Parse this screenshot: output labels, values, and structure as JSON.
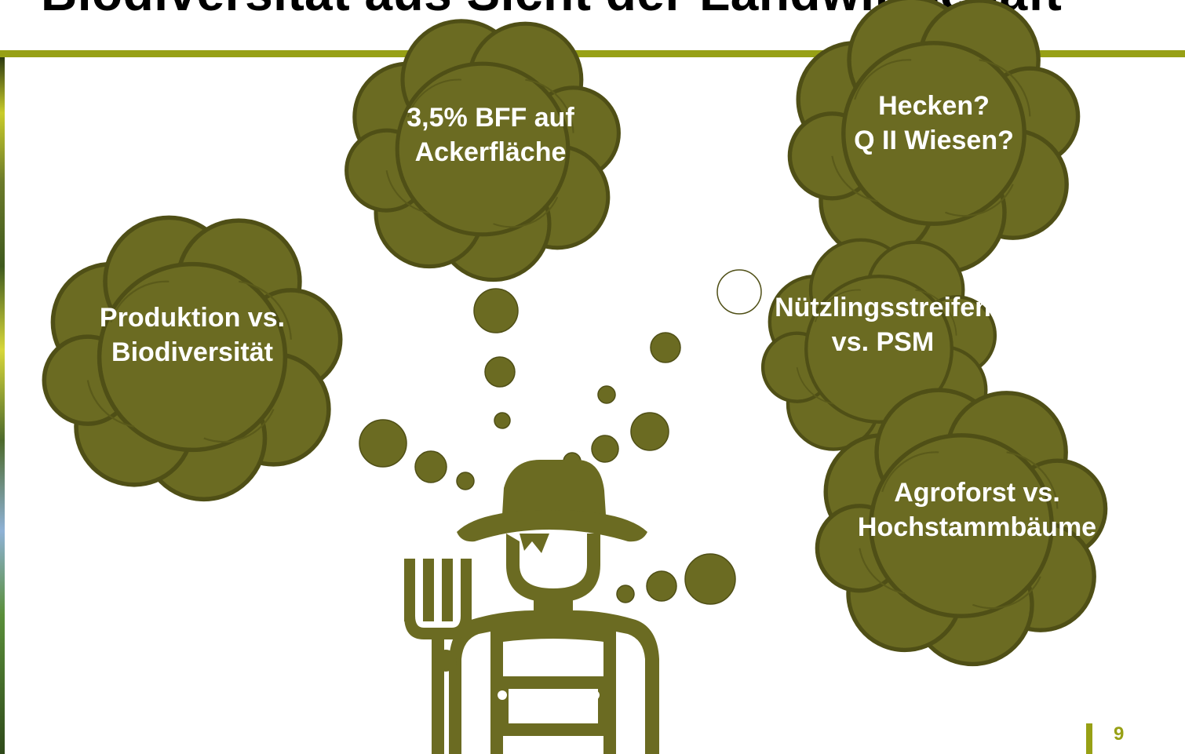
{
  "slide": {
    "title": "Biodiversität aus Sicht der Landwirtschaft",
    "page_number": "9",
    "accent_color": "#97a015",
    "cloud_color": "#6b6b22"
  },
  "thoughts": [
    {
      "id": "bff",
      "text": "3,5% BFF auf\nAckerfläche"
    },
    {
      "id": "hecken",
      "text": "Hecken?\nQ II Wiesen?"
    },
    {
      "id": "produktion",
      "text": "Produktion vs.\nBiodiversität"
    },
    {
      "id": "nuetzling",
      "text": "Nützlingsstreifen\nvs. PSM"
    },
    {
      "id": "agroforst",
      "text": "Agroforst vs.\nHochstammbäume"
    }
  ],
  "icons": {
    "figure": "farmer-with-pitchfork-icon"
  }
}
